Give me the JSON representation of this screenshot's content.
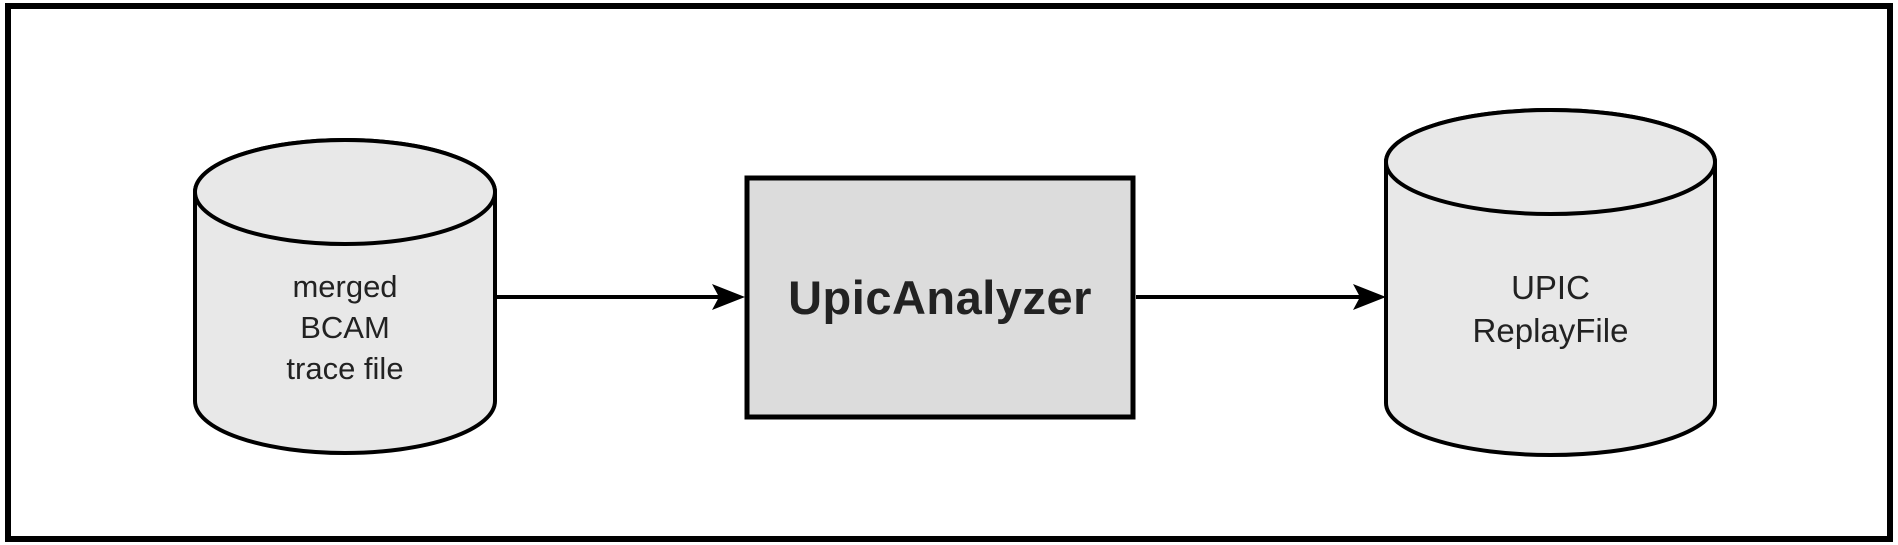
{
  "diagram": {
    "nodes": {
      "input": {
        "label": "merged\nBCAM\ntrace file",
        "shape": "cylinder"
      },
      "process": {
        "label": "UpicAnalyzer",
        "shape": "rectangle"
      },
      "output": {
        "label": "UPIC\nReplayFile",
        "shape": "cylinder"
      }
    },
    "edges": [
      {
        "from": "input",
        "to": "process"
      },
      {
        "from": "process",
        "to": "output"
      }
    ],
    "colors": {
      "background": "#ffffff",
      "frame_border": "#000000",
      "stroke": "#000000",
      "datastore_fill": "#e8e8e8",
      "process_fill": "#dcdcdc",
      "text": "#222222"
    }
  }
}
